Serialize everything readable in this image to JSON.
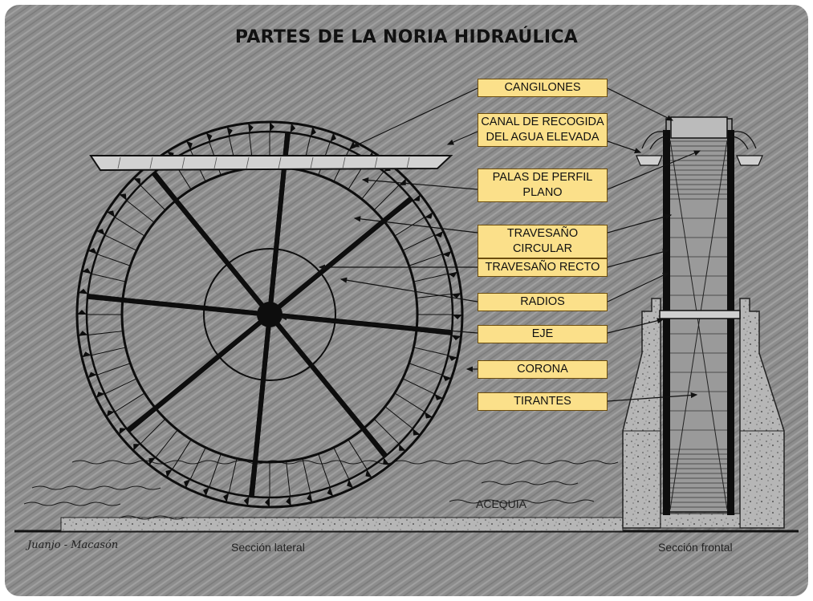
{
  "title": "PARTES DE LA NORIA HIDRAÚLICA",
  "labels": [
    {
      "id": "cangilones",
      "text": "CANGILONES"
    },
    {
      "id": "canal",
      "text": "CANAL DE RECOGIDA DEL AGUA ELEVADA"
    },
    {
      "id": "palas",
      "text": "PALAS DE PERFIL PLANO"
    },
    {
      "id": "travesano-circular",
      "text": "TRAVESAÑO CIRCULAR"
    },
    {
      "id": "travesano-recto",
      "text": "TRAVESAÑO RECTO"
    },
    {
      "id": "radios",
      "text": "RADIOS"
    },
    {
      "id": "eje",
      "text": "EJE"
    },
    {
      "id": "corona",
      "text": "CORONA"
    },
    {
      "id": "tirantes",
      "text": "TIRANTES"
    }
  ],
  "captions": {
    "side": "Sección lateral",
    "front": "Sección frontal",
    "acequia": "ACEQUIA"
  },
  "signature": "Juanjo - Macasón",
  "colors": {
    "background": "#8c8c8c",
    "callout_fill": "#fbe08a",
    "ink": "#111111"
  }
}
